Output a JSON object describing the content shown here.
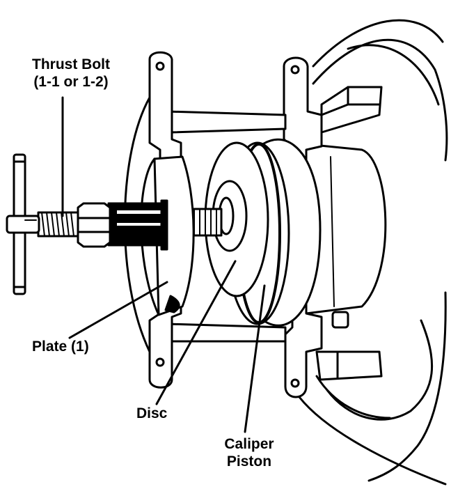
{
  "labels": {
    "thrust_bolt_line1": "Thrust Bolt",
    "thrust_bolt_line2": "(1-1 or 1-2)",
    "plate": "Plate (1)",
    "disc": "Disc",
    "caliper_line1": "Caliper",
    "caliper_line2": "Piston"
  },
  "colors": {
    "ink": "#000000",
    "paper": "#ffffff"
  }
}
